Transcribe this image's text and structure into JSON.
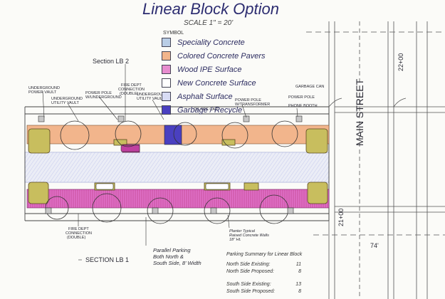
{
  "title": "Linear Block Option",
  "scale_note": "SCALE 1\" = 20'",
  "legend": {
    "heading": "SYMBOL",
    "items": [
      {
        "label": "Speciality Concrete",
        "color": "#b9cde6"
      },
      {
        "label": "Colored Concrete Pavers",
        "color": "#f2b58c"
      },
      {
        "label": "Wood IPE Surface",
        "color": "#e78ccf"
      },
      {
        "label": "New Concrete Surface",
        "color": "#ffffff"
      },
      {
        "label": "Asphalt Surface",
        "color": "#d8dcf4"
      },
      {
        "label": "Garbage / Recycle",
        "color": "#4a40c0"
      }
    ]
  },
  "labels": {
    "section_lb2": "Section LB 2",
    "section_lb1": "SECTION LB 1",
    "underground_power_vault": [
      "UNDERGROUND",
      "POWER VAULT"
    ],
    "underground_utility_vault_left": [
      "UNDERGROUND",
      "UTILITY VAULT"
    ],
    "fire_dept_connection_top": [
      "FIRE DEPT",
      "CONNECTION",
      "(DOUBLE)"
    ],
    "power_pole_underground": [
      "POWER POLE",
      "W/UNDERGROUND"
    ],
    "underground_utility_vault_mid": [
      "UNDERGROUND",
      "UTILITY VAULT"
    ],
    "oil_fee_cap": "OIL FEE CAP",
    "power_pole_transformer": [
      "POWER POLE",
      "W/TRANSFORMER"
    ],
    "garbage_can": "GARBAGE CAN",
    "power_pole_phone": [
      "POWER POLE",
      "PHONE BOOTH"
    ],
    "fire_dept_connection_bottom": [
      "FIRE DEPT",
      "CONNECTION",
      "(DOUBLE)"
    ],
    "parallel_parking": [
      "Parallel Parking",
      "Both North &",
      "South Side, 8' Width"
    ],
    "planter_note": [
      "Planter Typical",
      "Raised Concrete Walls",
      "18\" Ht."
    ],
    "main_street": "MAIN STREET",
    "street_number_top": "22+00",
    "street_number_bottom": "21+00",
    "dim_74": "74'"
  },
  "parking_summary": {
    "heading": "Parking Summary for Linear Block",
    "north_existing_label": "North Side Existing:",
    "north_existing": "11",
    "north_proposed_label": "North Side Proposed:",
    "north_proposed": "8",
    "south_existing_label": "South Side Existing:",
    "south_existing": "13",
    "south_proposed_label": "South Side Proposed:",
    "south_proposed": "8"
  },
  "colors": {
    "pavers": "#f2b58c",
    "wood": "#e070c8",
    "road": "#d8dcf4",
    "planter": "#c8be5e",
    "garbage": "#4a40c0",
    "ink": "#2b2b35"
  }
}
